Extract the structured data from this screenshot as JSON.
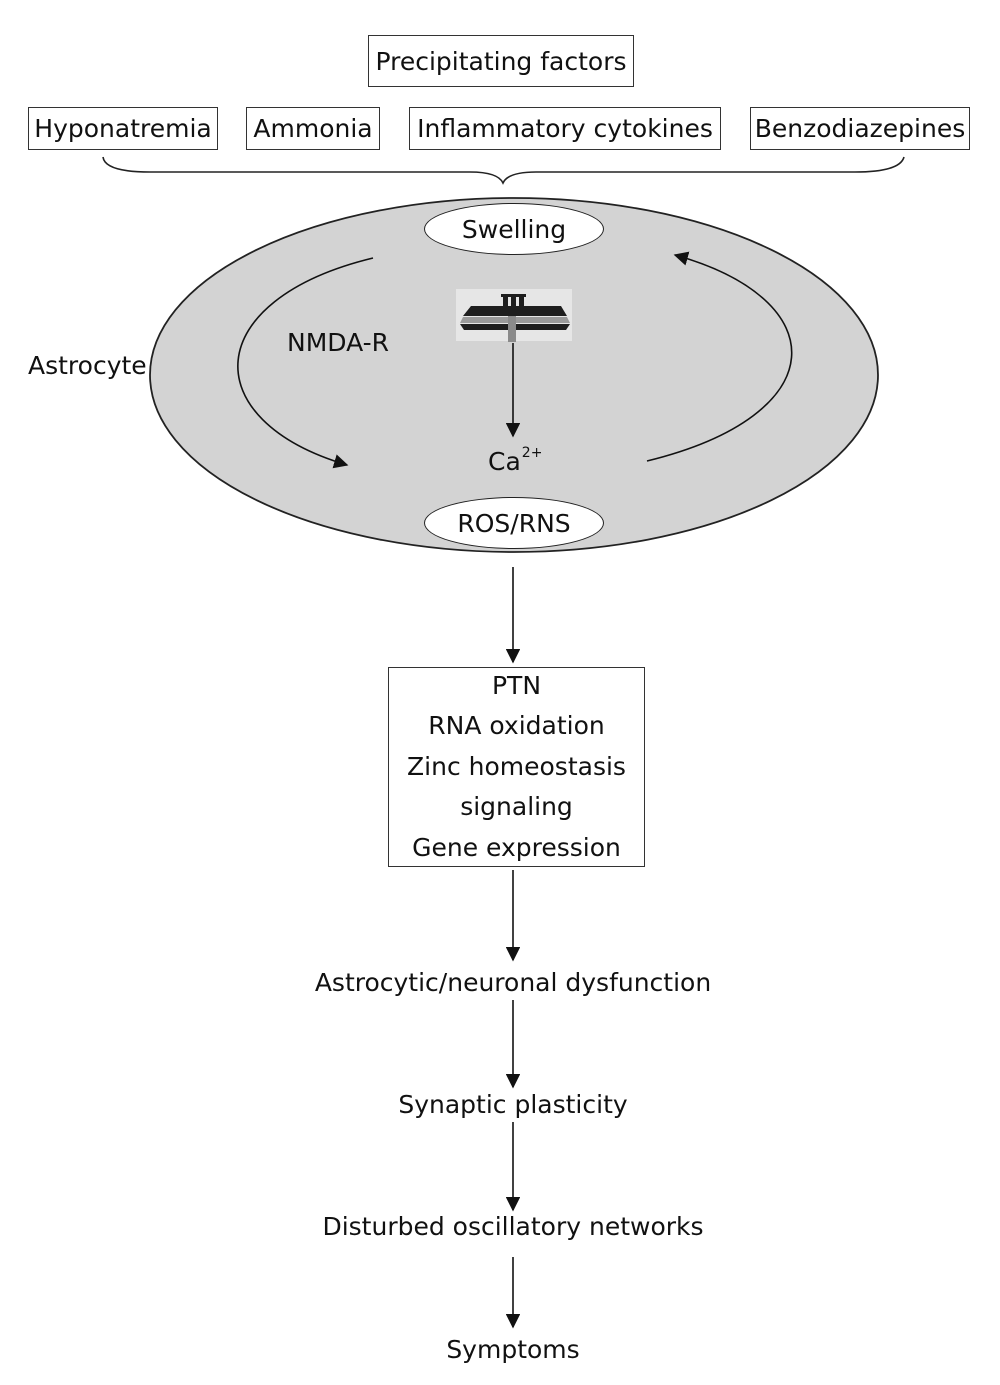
{
  "header": {
    "title": "Precipitating factors"
  },
  "factors": [
    {
      "label": "Hyponatremia"
    },
    {
      "label": "Ammonia"
    },
    {
      "label": "Inflammatory cytokines"
    },
    {
      "label": "Benzodiazepines"
    }
  ],
  "cell": {
    "name": "Astrocyte",
    "swelling": "Swelling",
    "receptor": "NMDA-R",
    "ion": "Ca",
    "ion_charge": "2+",
    "ros": "ROS/RNS"
  },
  "effects": [
    "PTN",
    "RNA oxidation",
    "Zinc homeostasis",
    "signaling",
    "Gene expression"
  ],
  "cascade": {
    "step1": "Astrocytic/neuronal dysfunction",
    "step2": "Synaptic plasticity",
    "step3": "Disturbed oscillatory networks",
    "step4": "Symptoms"
  },
  "colors": {
    "cell_fill": "#d3d3d3",
    "stroke": "#222222",
    "receptor_dark": "#1e1e1e",
    "receptor_bg": "#e6e6e6"
  }
}
